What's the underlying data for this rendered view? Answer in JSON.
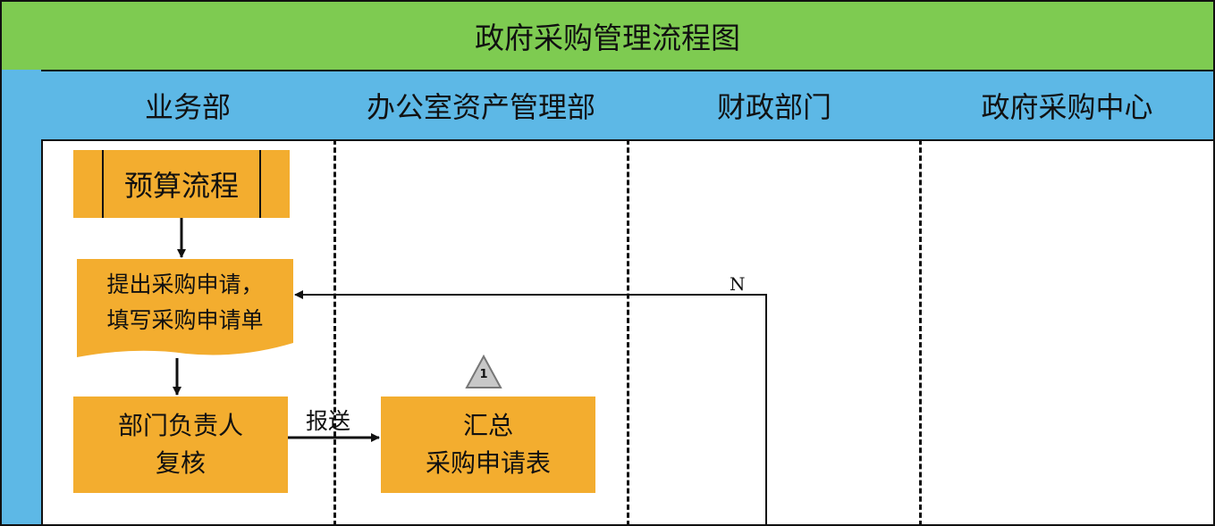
{
  "title": "政府采购管理流程图",
  "lanes": [
    "业务部",
    "办公室资产管理部",
    "财政部门",
    "政府采购中心"
  ],
  "nodes": {
    "budget": "预算流程",
    "request_line1": "提出采购申请，",
    "request_line2": "填写采购申请单",
    "review_line1": "部门负责人",
    "review_line2": "复核",
    "summary_line1": "汇总",
    "summary_line2": "采购申请表"
  },
  "edges": {
    "send_label": "报送",
    "reject_label": "N"
  },
  "marker": "1",
  "colors": {
    "title_bg": "#7ecb51",
    "lane_bg": "#5db8e6",
    "box_bg": "#f3ad2f",
    "marker_bg": "#c8c8c8"
  }
}
